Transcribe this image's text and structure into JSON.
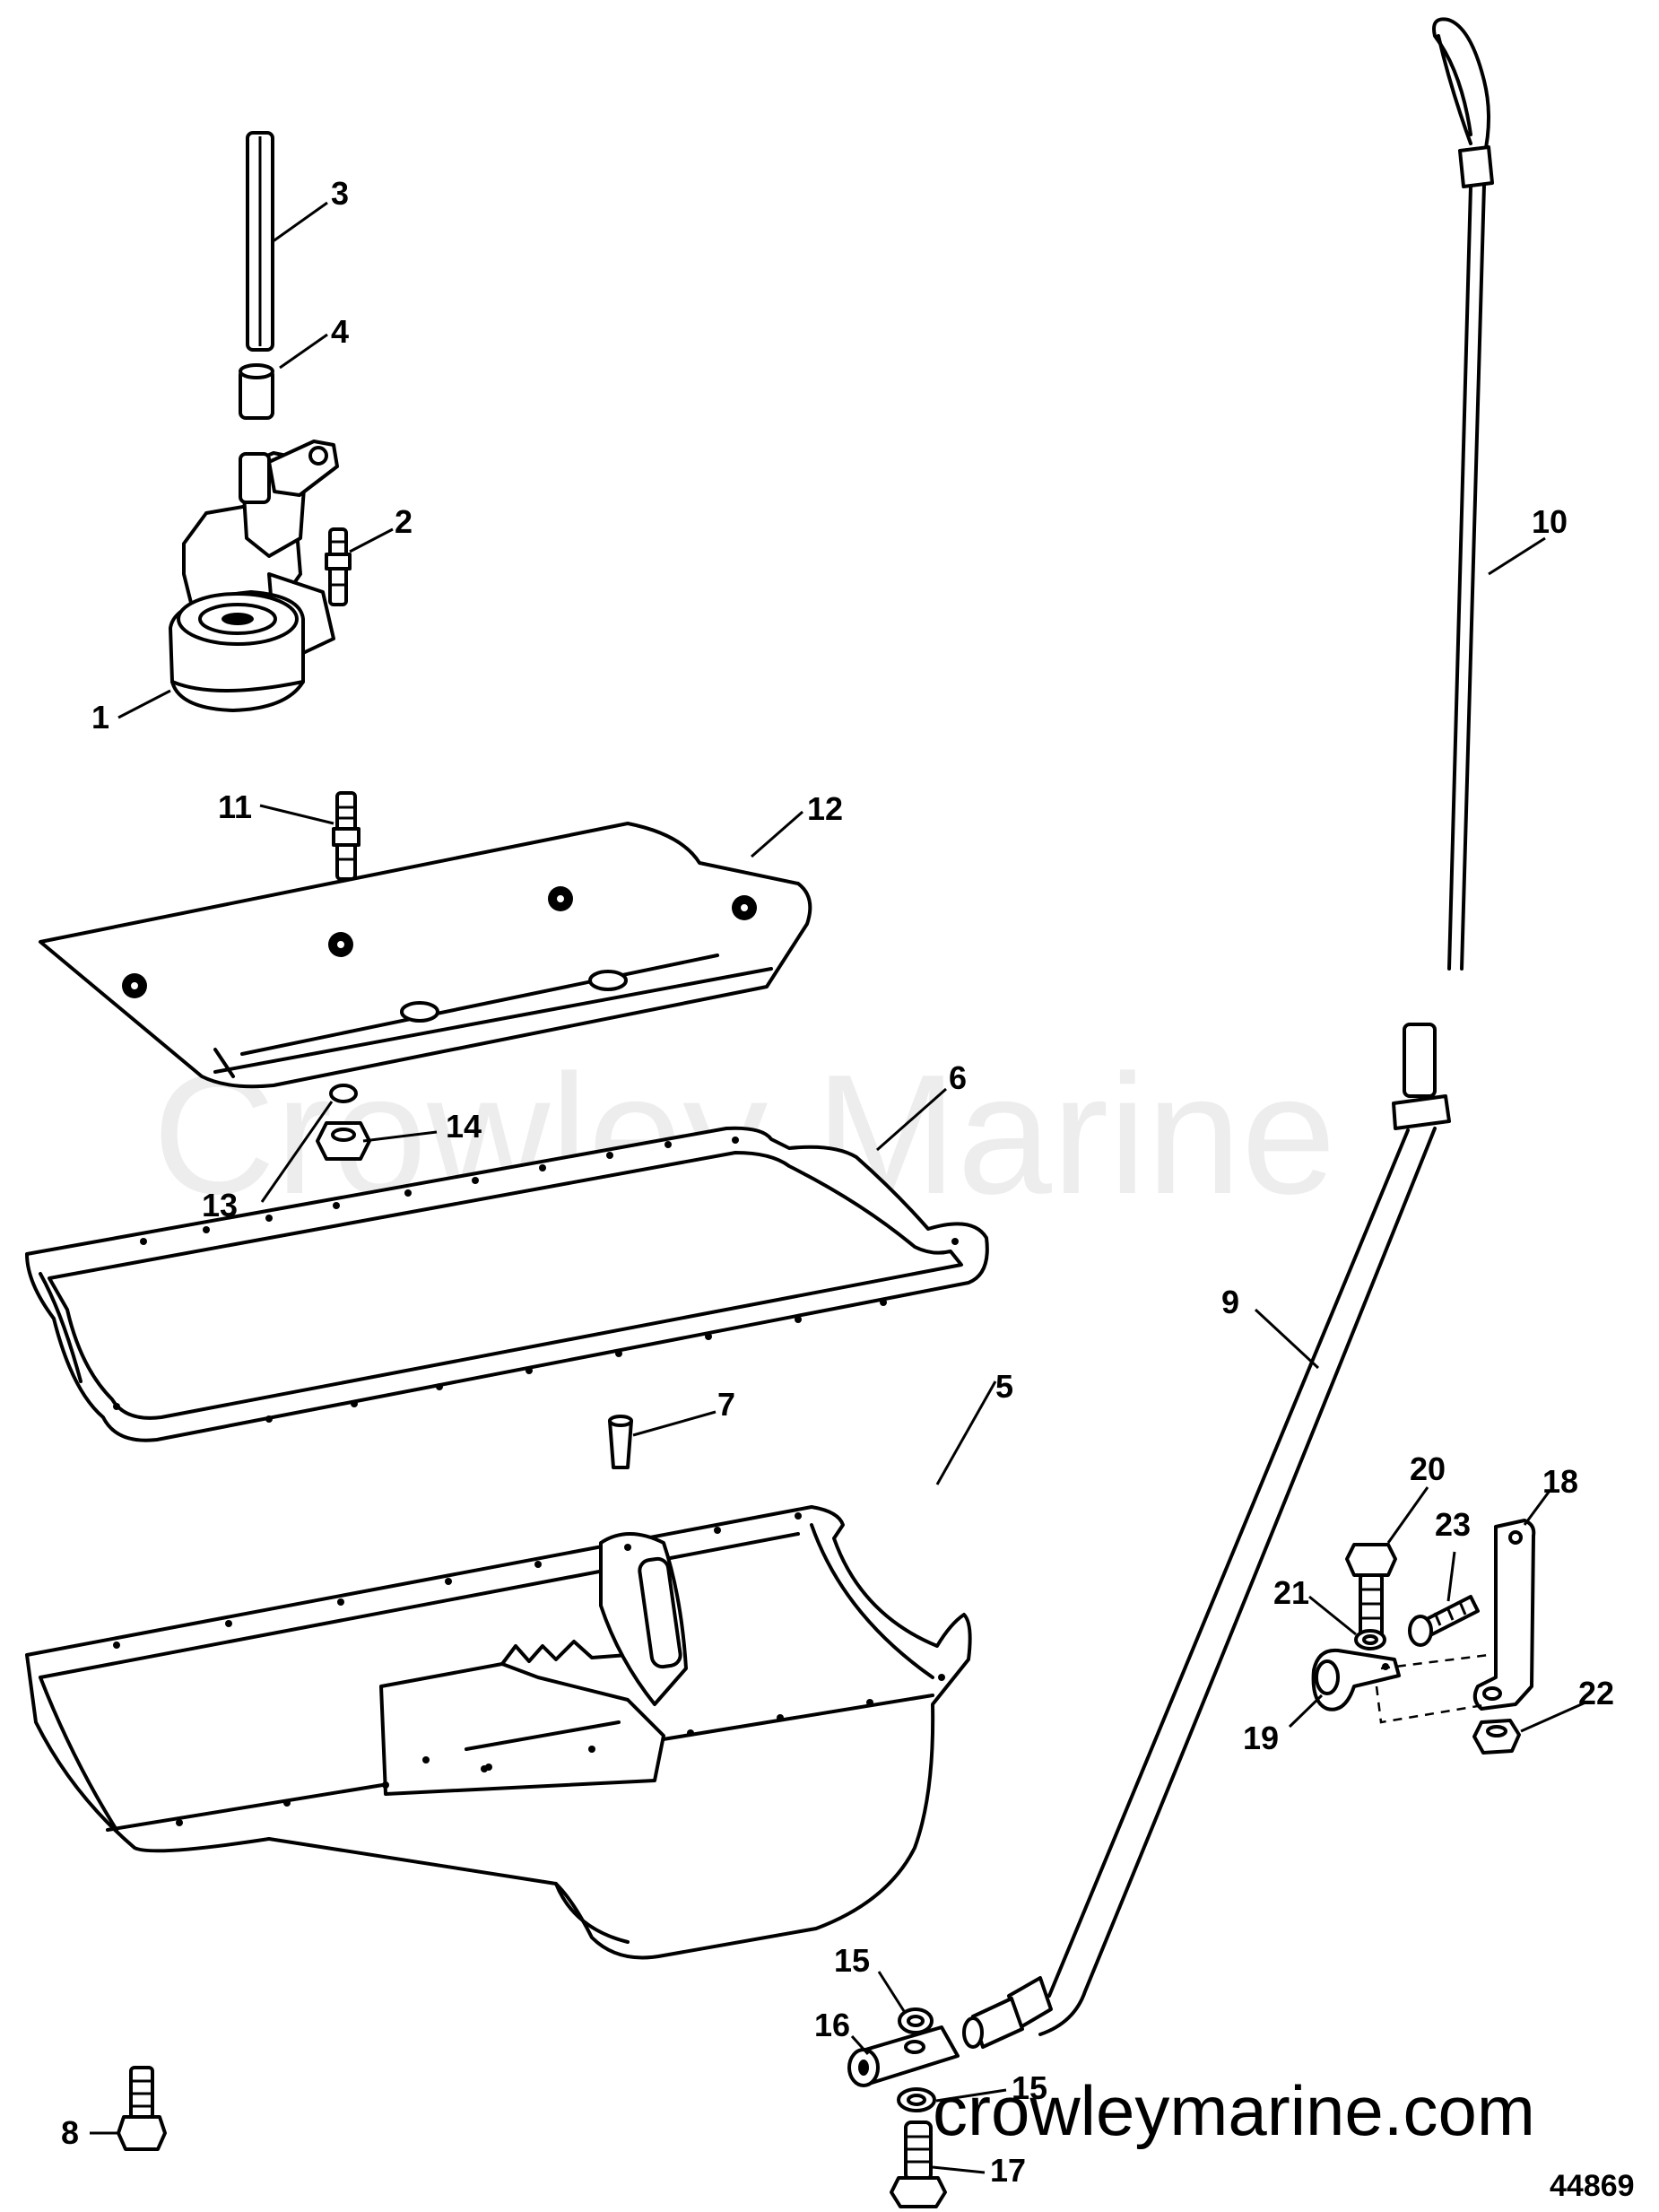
{
  "watermark": {
    "text": "Crowley Marine",
    "url": "crowleymarine.com"
  },
  "diagram_number": "44869",
  "parts": [
    {
      "label": "1"
    },
    {
      "label": "2"
    },
    {
      "label": "3"
    },
    {
      "label": "4"
    },
    {
      "label": "5"
    },
    {
      "label": "6"
    },
    {
      "label": "7"
    },
    {
      "label": "8"
    },
    {
      "label": "9"
    },
    {
      "label": "10"
    },
    {
      "label": "11"
    },
    {
      "label": "12"
    },
    {
      "label": "13"
    },
    {
      "label": "14"
    },
    {
      "label": "15"
    },
    {
      "label": "16"
    },
    {
      "label": "15"
    },
    {
      "label": "17"
    },
    {
      "label": "18"
    },
    {
      "label": "19"
    },
    {
      "label": "20"
    },
    {
      "label": "21"
    },
    {
      "label": "22"
    },
    {
      "label": "23"
    }
  ]
}
